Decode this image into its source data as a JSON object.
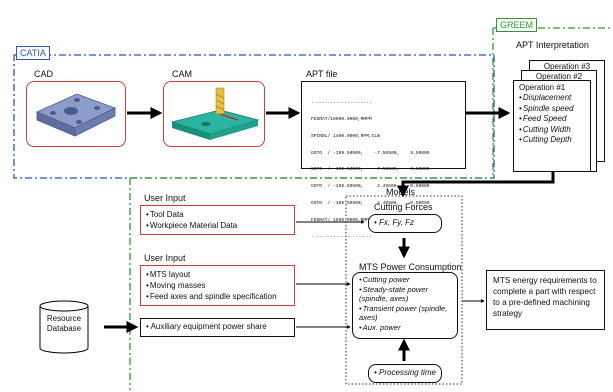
{
  "catia": {
    "tag": "CATIA",
    "cad_label": "CAD",
    "cam_label": "CAM",
    "apt_label": "APT file",
    "apt_lines": [
      "......................",
      "FEDRAT/10000.0000,MMPM",
      "SPINDL/ 1400.0000,RPM,CLW",
      "GOTO  / -199.50500,    -7.50500,    9.50000",
      "GOTO  / -199.50500,    -7.50500,   -0.50000",
      "GOTO  / -199.50500,     2.49500,   -0.50000",
      "GOTO  / -189.50500,     2.49500,   -0.50000",
      "FEDRAT/ 1850.0000,MMPM",
      "......................"
    ]
  },
  "greem": {
    "tag": "GREEM",
    "apt_interpretation": "APT Interpretation",
    "op3": "Operation #3",
    "op2": "Operation #2",
    "op1": "Operation #1",
    "op_items": [
      "Displacement",
      "Spindle speed",
      "Feed Speed",
      "Cutting Width",
      "Cutting Depth"
    ]
  },
  "user_input_1": {
    "title": "User Input",
    "items": [
      "Tool Data",
      "Workpiece Material Data"
    ]
  },
  "user_input_2": {
    "title": "User Input",
    "items": [
      "MTS layout",
      "Moving masses",
      "Feed axes and spindle specification"
    ]
  },
  "auxiliary": "Auxiliary equipment power share",
  "resource_db": [
    "Resource",
    "Database"
  ],
  "models": {
    "title": "Models",
    "cutting_forces_title": "Cutting Forces",
    "cutting_forces_item": "Fx, Fy, Fz",
    "mts_title": "MTS Power Consumption",
    "mts_items": [
      "Cutting power",
      "Steady-state power (spindle, axes)",
      "Transient power (spindle, axes)",
      "Aux. power"
    ],
    "processing_time": "Processing time"
  },
  "output": "MTS energy requirements to complete a part  with respect to a pre-defined machining strategy",
  "colors": {
    "catia": "#2a55c7",
    "greem": "#2e9a2e",
    "input_border": "#d83a3a",
    "part": "#7d8db8",
    "cam_part": "#1fa38f"
  }
}
